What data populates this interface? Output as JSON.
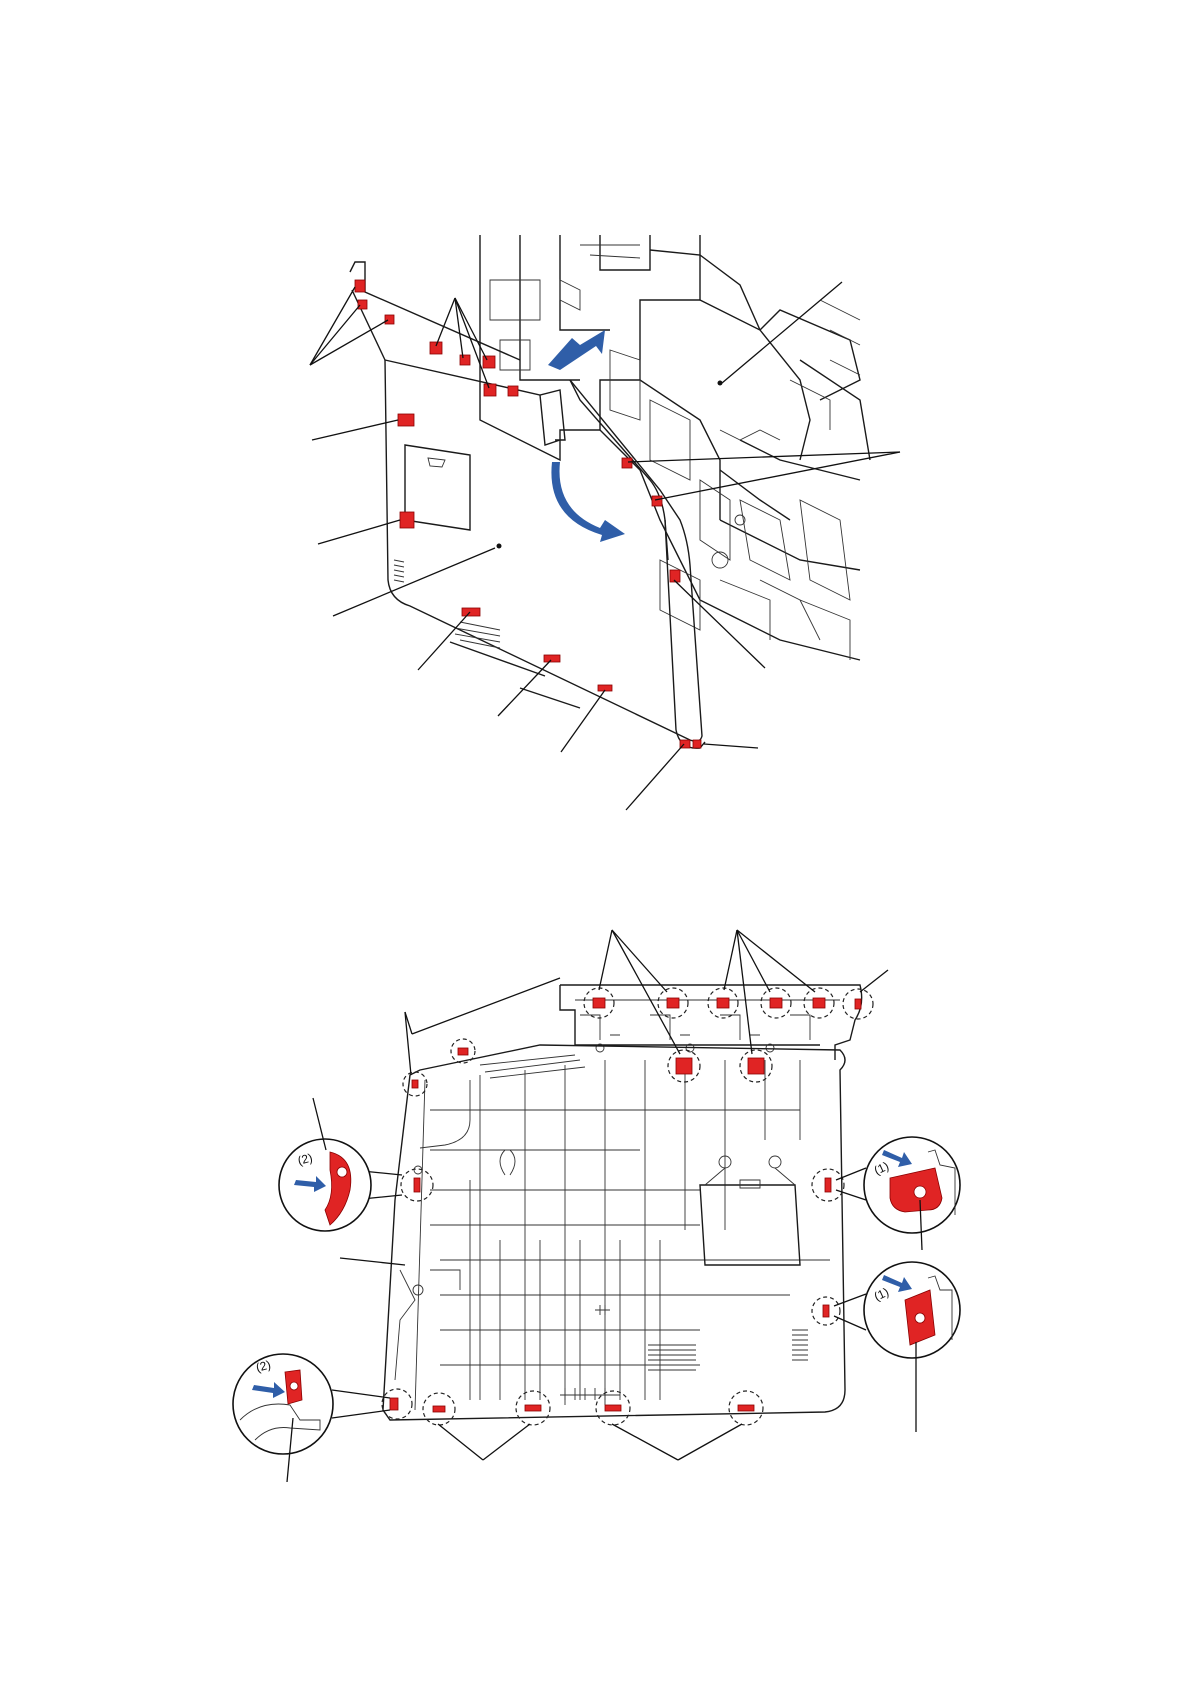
{
  "diagram": {
    "colors": {
      "hook_highlight": "#e02424",
      "direction_arrow": "#2f5ea8",
      "line_art": "#1a1a1a",
      "background": "#ffffff"
    },
    "callout_step_marks": [
      "(2)",
      "(2)",
      "(1)",
      "(1)"
    ],
    "icons": [
      "arrow-icon",
      "rotate-arrow-icon",
      "hook-icon",
      "tab-icon"
    ]
  }
}
